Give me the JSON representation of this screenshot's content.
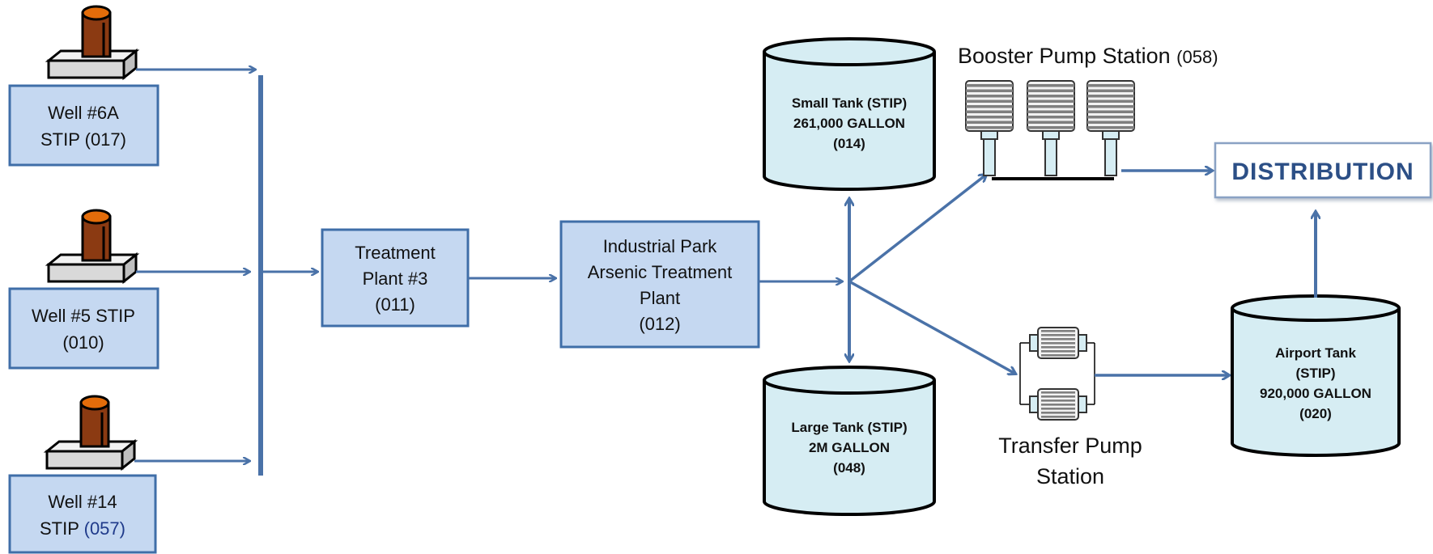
{
  "colors": {
    "box_fill": "#c5d8f1",
    "box_stroke": "#3f6ea8",
    "tank_fill": "#d6edf3",
    "arrow": "#4a72a8",
    "pump_orange": "#e36c0a",
    "pump_brown": "#8b3a12"
  },
  "wells": [
    {
      "line1": "Well #6A",
      "line2": "STIP (017)",
      "icon": "well-pump-icon"
    },
    {
      "line1": "Well #5 STIP",
      "line2": "(010)",
      "icon": "well-pump-icon"
    },
    {
      "line1": "Well #14",
      "line2a": "STIP ",
      "line2b": "(057)",
      "icon": "well-pump-icon"
    }
  ],
  "treatment_plant": {
    "line1": "Treatment",
    "line2": "Plant #3",
    "line3": "(011)"
  },
  "arsenic_plant": {
    "line1": "Industrial Park",
    "line2": "Arsenic Treatment",
    "line3": "Plant",
    "line4": "(012)"
  },
  "small_tank": {
    "line1": "Small Tank (STIP)",
    "line2": "261,000 GALLON",
    "line3": "(014)"
  },
  "large_tank": {
    "line1": "Large Tank (STIP)",
    "line2": "2M GALLON",
    "line3": "(048)"
  },
  "booster": {
    "title": "Booster Pump Station ",
    "code": "(058)",
    "icon": "booster-pump-icon"
  },
  "transfer": {
    "line1": "Transfer Pump",
    "line2": "Station",
    "icon": "transfer-pump-icon"
  },
  "airport_tank": {
    "line1": "Airport Tank",
    "line2": "(STIP)",
    "line3": "920,000 GALLON",
    "line4": "(020)"
  },
  "distribution": {
    "label": "DISTRIBUTION"
  }
}
